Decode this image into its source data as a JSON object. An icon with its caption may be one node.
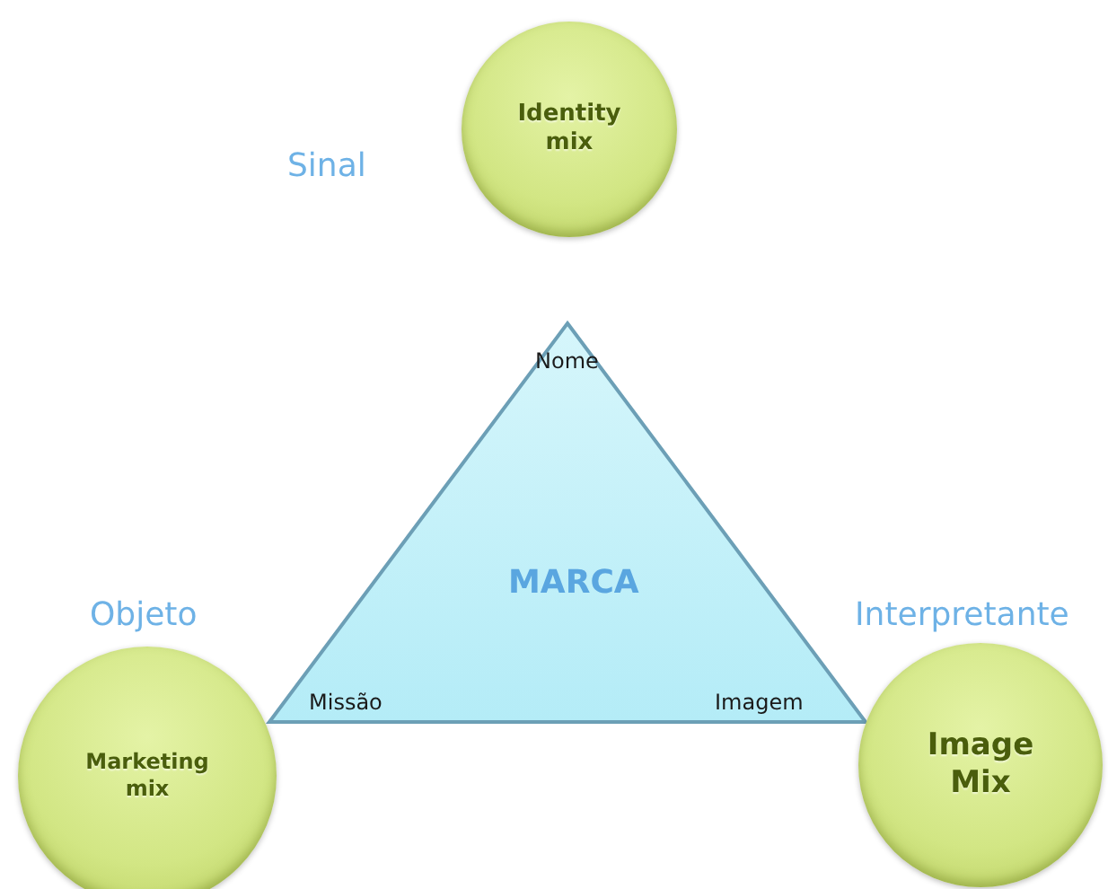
{
  "diagram": {
    "nodes": [
      {
        "text": [
          "Identity mix"
        ],
        "beside": [
          "Sinal"
        ]
      },
      {
        "text": [
          "Nome",
          "MARCA",
          "Missão",
          "Imagem"
        ]
      },
      {
        "text": [
          "Marketing mix"
        ],
        "beside": [
          "Objeto"
        ]
      },
      {
        "text": [
          "Image Mix"
        ],
        "beside": [
          "Interpretante"
        ]
      }
    ]
  }
}
